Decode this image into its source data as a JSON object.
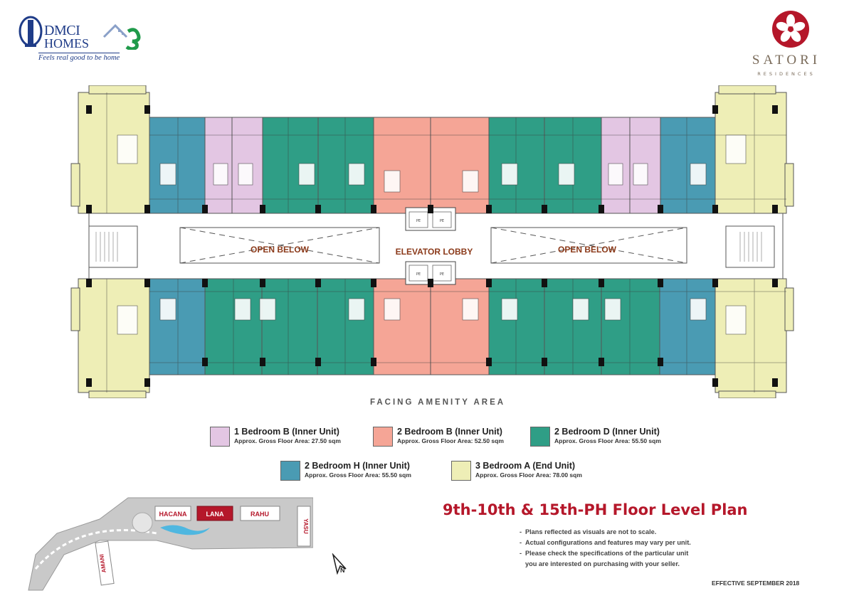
{
  "branding": {
    "dmci_line1": "DMCI",
    "dmci_line2": "HOMES",
    "dmci_tagline": "Feels real good to be home",
    "project_name": "SATORI",
    "project_sub": "RESIDENCES"
  },
  "plan": {
    "open_below_left": "OPEN BELOW",
    "elevator_lobby": "ELEVATOR LOBBY",
    "open_below_right": "OPEN BELOW",
    "elevator_tag": "PE",
    "facing": "FACING AMENITY AREA"
  },
  "colors": {
    "1br_b": "#e3c6e3",
    "2br_b": "#f5a596",
    "2br_d": "#2f9e86",
    "2br_h": "#4a9bb3",
    "3br_a": "#eeeeb6"
  },
  "legend": [
    {
      "name": "1 Bedroom B (Inner Unit)",
      "area": "Approx. Gross Floor Area: 27.50 sqm",
      "color": "#e3c6e3"
    },
    {
      "name": "2 Bedroom B (Inner Unit)",
      "area": "Approx. Gross Floor Area: 52.50 sqm",
      "color": "#f5a596"
    },
    {
      "name": "2 Bedroom D (Inner Unit)",
      "area": "Approx. Gross Floor Area: 55.50 sqm",
      "color": "#2f9e86"
    },
    {
      "name": "2 Bedroom H (Inner Unit)",
      "area": "Approx. Gross Floor Area: 55.50 sqm",
      "color": "#4a9bb3"
    },
    {
      "name": "3 Bedroom A (End Unit)",
      "area": "Approx. Gross Floor Area: 78.00 sqm",
      "color": "#eeeeb6"
    }
  ],
  "sitemap": {
    "buildings": [
      "HACANA",
      "LANA",
      "RAHU",
      "YASU",
      "AMANI"
    ],
    "north": "N"
  },
  "title": "9th-10th & 15th-PH Floor Level Plan",
  "notes": [
    "Plans reflected as visuals are not to scale.",
    "Actual configurations and features may vary per unit.",
    "Please check the specifications of the particular unit",
    "you are interested on purchasing with your seller."
  ],
  "effective": "EFFECTIVE SEPTEMBER 2018"
}
